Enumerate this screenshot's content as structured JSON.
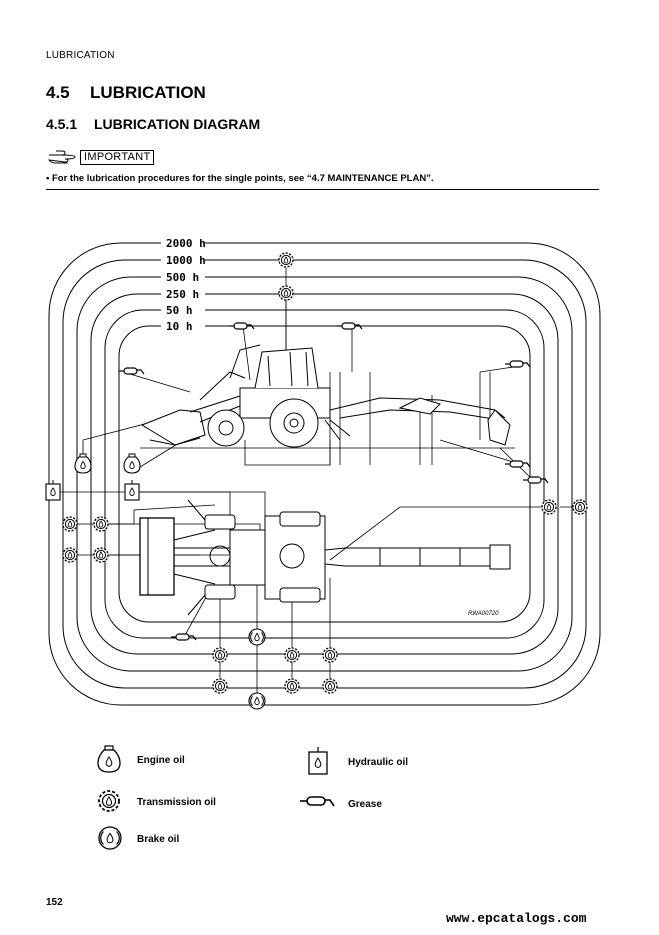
{
  "header": {
    "running_title": "LUBRICATION"
  },
  "section": {
    "number": "4.5",
    "title": "LUBRICATION"
  },
  "subsection": {
    "number": "4.5.1",
    "title": "LUBRICATION DIAGRAM"
  },
  "important": {
    "label": "IMPORTANT",
    "note": "• For the lubrication procedures for the single points, see “4.7 MAINTENANCE PLAN”."
  },
  "diagram": {
    "intervals": [
      "2000 h",
      "1000 h",
      "500 h",
      "250 h",
      "50 h",
      "10 h"
    ],
    "figure_code": "RWA00720"
  },
  "legend": {
    "engine_oil": "Engine oil",
    "hydraulic_oil": "Hydraulic oil",
    "transmission_oil": "Transmission oil",
    "grease": "Grease",
    "brake_oil": "Brake oil"
  },
  "footer": {
    "page_number": "152",
    "watermark": "www.epcatalogs.com"
  }
}
